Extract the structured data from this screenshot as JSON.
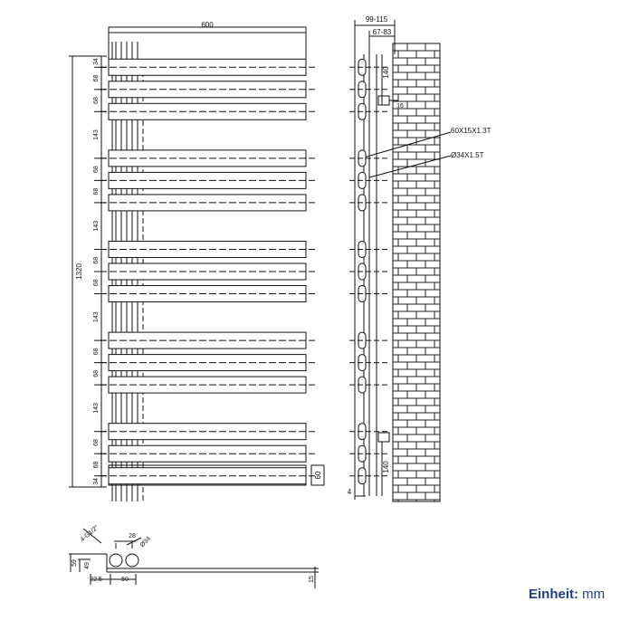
{
  "front_view": {
    "width_label": "600",
    "height_label": "1320",
    "spacings": [
      "34",
      "68",
      "68",
      "143",
      "68",
      "68",
      "143",
      "68",
      "68",
      "143",
      "68",
      "68",
      "143",
      "68",
      "68",
      "34"
    ],
    "bottom_label": "60"
  },
  "side_view": {
    "depth_label": "99-115",
    "wall_label": "67-83",
    "top_bracket_label": "140",
    "bottom_bracket_label": "140",
    "bracket_offset_label": "16",
    "flat_tube_label": "60X15X1.3T",
    "round_tube_label": "Ø34X1.5T",
    "bottom_gap_label": "4"
  },
  "bottom_view": {
    "connection_label": "4-G1/2\"",
    "diameter_label": "Ø34",
    "pitch_label": "28",
    "height_outer_label": "59",
    "height_inner_label": "49",
    "offset_label": "22.5",
    "spacing_label": "50",
    "thickness_label": "15"
  },
  "legend": {
    "unit_label": "Einheit:",
    "unit_value": "mm",
    "color": "#1f3c88"
  }
}
